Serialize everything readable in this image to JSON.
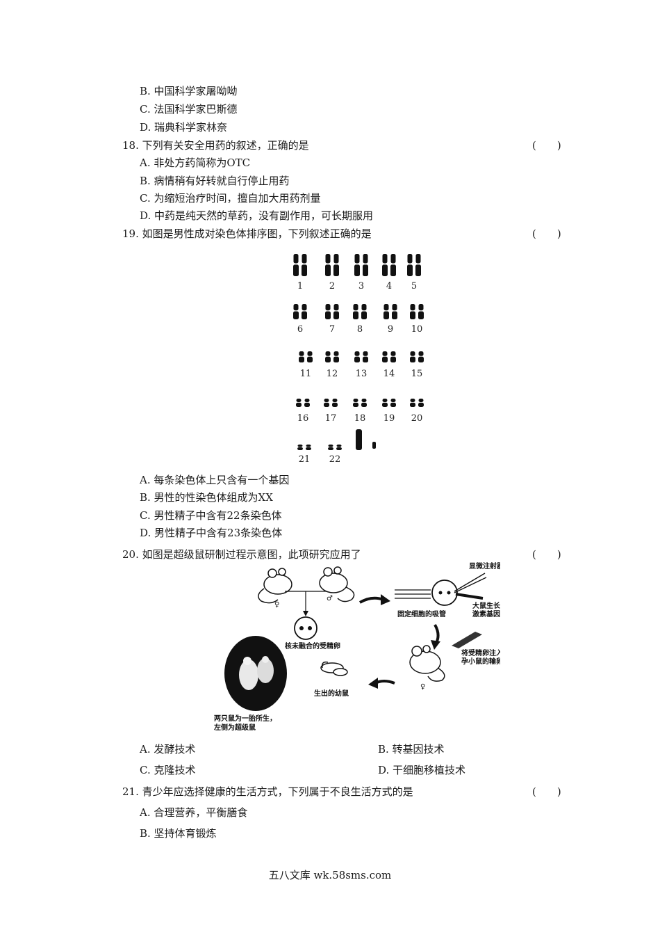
{
  "q17_options": [
    "B. 中国科学家屠呦呦",
    "C. 法国科学家巴斯德",
    "D. 瑞典科学家林奈"
  ],
  "q18": {
    "stem": "18. 下列有关安全用药的叙述，正确的是",
    "paren": "(　　)",
    "options": [
      "A. 非处方药简称为OTC",
      "B. 病情稍有好转就自行停止用药",
      "C. 为缩短治疗时间，擅自加大用药剂量",
      "D. 中药是纯天然的草药，没有副作用，可长期服用"
    ]
  },
  "q19": {
    "stem": "19. 如图是男性成对染色体排序图，下列叙述正确的是",
    "paren": "(　　)",
    "figure": {
      "labels": [
        "1",
        "2",
        "3",
        "4",
        "5",
        "6",
        "7",
        "8",
        "9",
        "10",
        "11",
        "12",
        "13",
        "14",
        "15",
        "16",
        "17",
        "18",
        "19",
        "20",
        "21",
        "22"
      ]
    },
    "options": [
      "A. 每条染色体上只含有一个基因",
      "B. 男性的性染色体组成为XX",
      "C. 男性精子中含有22条染色体",
      "D. 男性精子中含有23条染色体"
    ]
  },
  "q20": {
    "stem": "20. 如图是超级鼠研制过程示意图，此项研究应用了",
    "paren": "(　　)",
    "figure": {
      "label_injector": "显微注射器",
      "label_pipette": "固定细胞的吸管",
      "label_gene_1": "大鼠生长",
      "label_gene_2": "激素基因",
      "label_inject_1": "将受精卵注入到代",
      "label_inject_2": "孕小鼠的输卵管",
      "label_egg": "核未融合的受精卵",
      "label_pups": "生出的幼鼠",
      "label_caption_1": "两只鼠为一胎所生，",
      "label_caption_2": "左侧为超级鼠",
      "female_symbol": "♀",
      "male_symbol": "♂"
    },
    "options": [
      "A. 发酵技术",
      "B. 转基因技术",
      "C. 克隆技术",
      "D. 干细胞移植技术"
    ]
  },
  "q21": {
    "stem": "21. 青少年应选择健康的生活方式，下列属于不良生活方式的是",
    "paren": "(　　)",
    "options": [
      "A. 合理营养，平衡膳食",
      "B. 坚持体育锻炼"
    ]
  },
  "footer": "五八文库 wk.58sms.com"
}
